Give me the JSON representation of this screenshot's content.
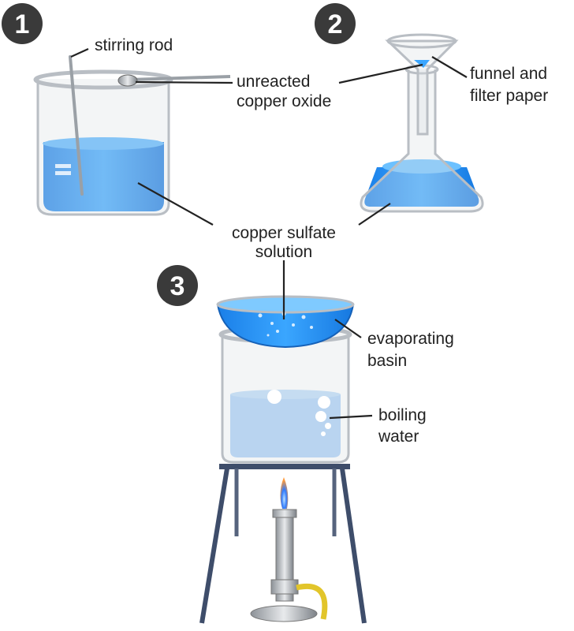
{
  "steps": [
    "1",
    "2",
    "3"
  ],
  "labels": {
    "stirring_rod": "stirring rod",
    "unreacted_line1": "unreacted",
    "unreacted_line2": "copper oxide",
    "funnel_line1": "funnel and",
    "funnel_line2": "filter paper",
    "solution_line1": "copper sulfate",
    "solution_line2": "solution",
    "basin_line1": "evaporating",
    "basin_line2": "basin",
    "water_line1": "boiling",
    "water_line2": "water"
  },
  "colors": {
    "solution": "#1e8fff",
    "water": "#9cc8f5",
    "badge": "#3a3a3a",
    "flame": "#2f7bff"
  }
}
